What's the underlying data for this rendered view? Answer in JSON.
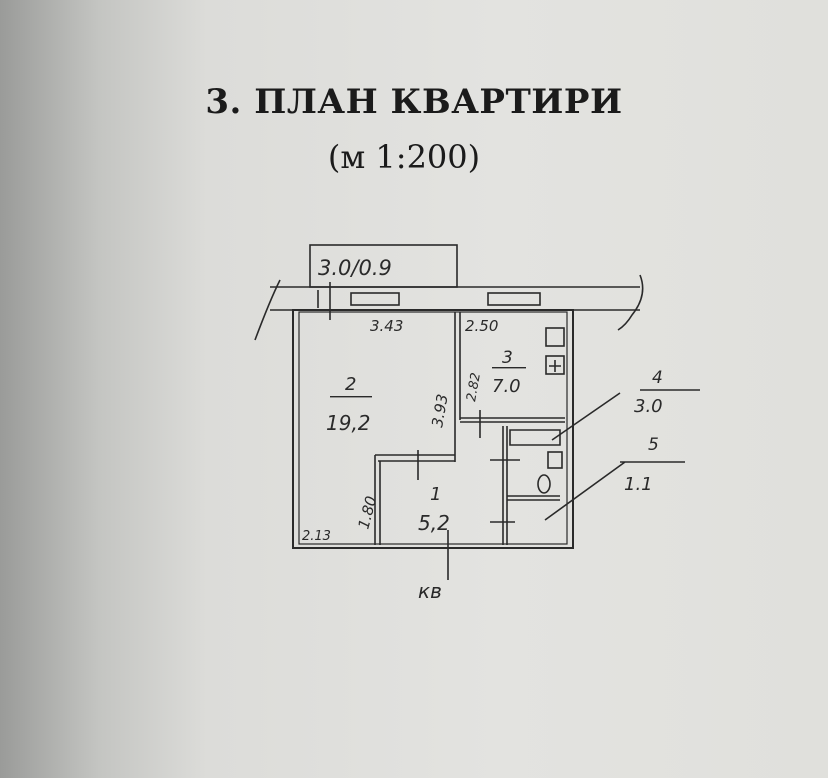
{
  "header": {
    "title": "3. ПЛАН КВАРТИРИ",
    "scale": "(м 1:200)"
  },
  "plan": {
    "balcony": "3.0/0.9",
    "dimensions": {
      "room2_width": "3.43",
      "room3_width": "2.50",
      "room2_depth": "3.93",
      "room3_depth": "2.82",
      "hall_depth": "1.80",
      "hall_width": "2.13"
    },
    "rooms": [
      {
        "number": "1",
        "area": "5,2"
      },
      {
        "number": "2",
        "area": "19,2"
      },
      {
        "number": "3",
        "area": "7.0"
      },
      {
        "number": "4",
        "area": "3.0"
      },
      {
        "number": "5",
        "area": "1.1"
      }
    ],
    "entrance": "кв"
  }
}
